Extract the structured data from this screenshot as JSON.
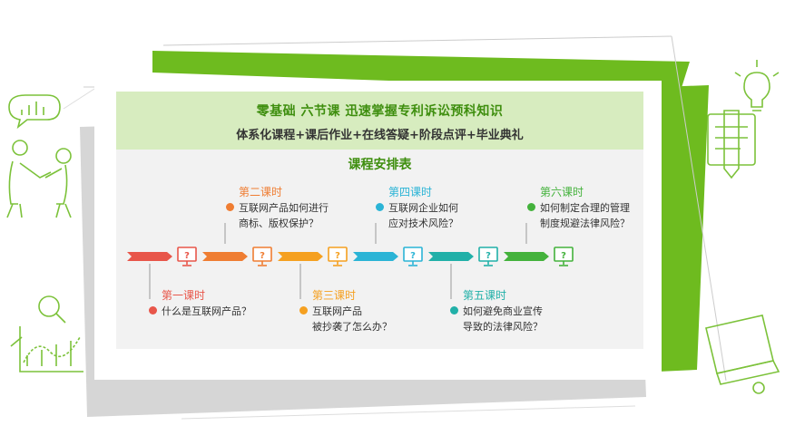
{
  "header": {
    "title": "零基础  六节课  迅速掌握专利诉讼预科知识",
    "subtitle": "体系化课程+课后作业+在线答疑+阶段点评+毕业典礼"
  },
  "schedule_title": "课程安排表",
  "lessons": [
    {
      "label": "第一课时",
      "q1": "什么是互联网产品？",
      "q2": "",
      "color": "#e8564a"
    },
    {
      "label": "第二课时",
      "q1": "互联网产品如何进行",
      "q2": "商标、版权保护？",
      "color": "#ef7d32"
    },
    {
      "label": "第三课时",
      "q1": "互联网产品",
      "q2": "被抄袭了怎么办？",
      "color": "#f5a020"
    },
    {
      "label": "第四课时",
      "q1": "互联网企业如何",
      "q2": "应对技术风险？",
      "color": "#2bb4d6"
    },
    {
      "label": "第五课时",
      "q1": "如何避免商业宣传",
      "q2": "导致的法律风险？",
      "color": "#21b0a8"
    },
    {
      "label": "第六课时",
      "q1": "如何制定合理的管理",
      "q2": "制度规避法律风险？",
      "color": "#44b23c"
    }
  ],
  "icons": [
    "arrow-icon",
    "question-monitor-icon",
    "handshake-icon",
    "chart-icon",
    "lightbulb-icon",
    "pencil-icon",
    "magnifier-icon",
    "laptop-icon"
  ],
  "colors": {
    "green_frame": "#6ebb1f",
    "header_bg": "#d7ecbf",
    "body_bg": "#f2f2f2",
    "title_green": "#3e8e0e"
  }
}
